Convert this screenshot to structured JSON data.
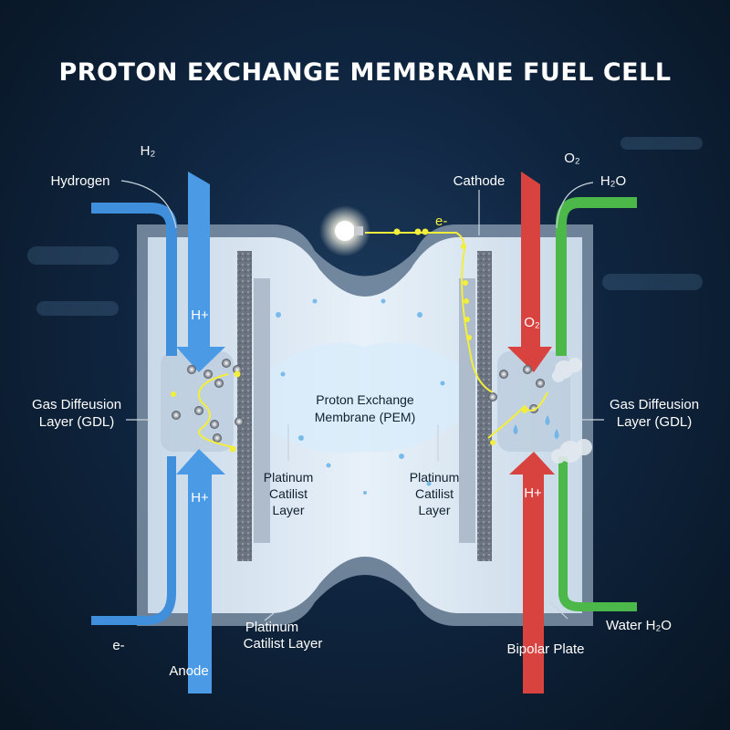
{
  "title": "PROTON EXCHANGE MEMBRANE FUEL CELL",
  "labels": {
    "h2_top": "H₂",
    "hydrogen": "Hydrogen",
    "h_plus_top": "H+",
    "h_plus_bottom": "H+",
    "gdl_left_1": "Gas Diffeusion",
    "gdl_left_2": "Layer (GDL)",
    "gdl_right_1": "Gas Diffeusion",
    "gdl_right_2": "Layer (GDL)",
    "pem_1": "Proton Exchange",
    "pem_2": "Membrane (PEM)",
    "pcl_left": [
      "Platinum",
      "Catilist",
      "Layer"
    ],
    "pcl_right": [
      "Platinum",
      "Catilist",
      "Layer"
    ],
    "pcl_bottom_1": "Platinum",
    "pcl_bottom_2": "Catilist Layer",
    "electron_top": "e-",
    "electron_bottom": "e-",
    "anode": "Anode",
    "cathode": "Cathode",
    "o2_top": "O₂",
    "o2_arrow": "O₂",
    "h2o_top": "H₂O",
    "water": "Water H₂O",
    "bipolar_plate": "Bipolar Plate",
    "h_plus_right": "H+"
  },
  "colors": {
    "hydrogen_blue": "#3f8fdc",
    "oxygen_red": "#d9433f",
    "water_green": "#4cb84a",
    "electron_yellow": "#f2ee3a"
  }
}
